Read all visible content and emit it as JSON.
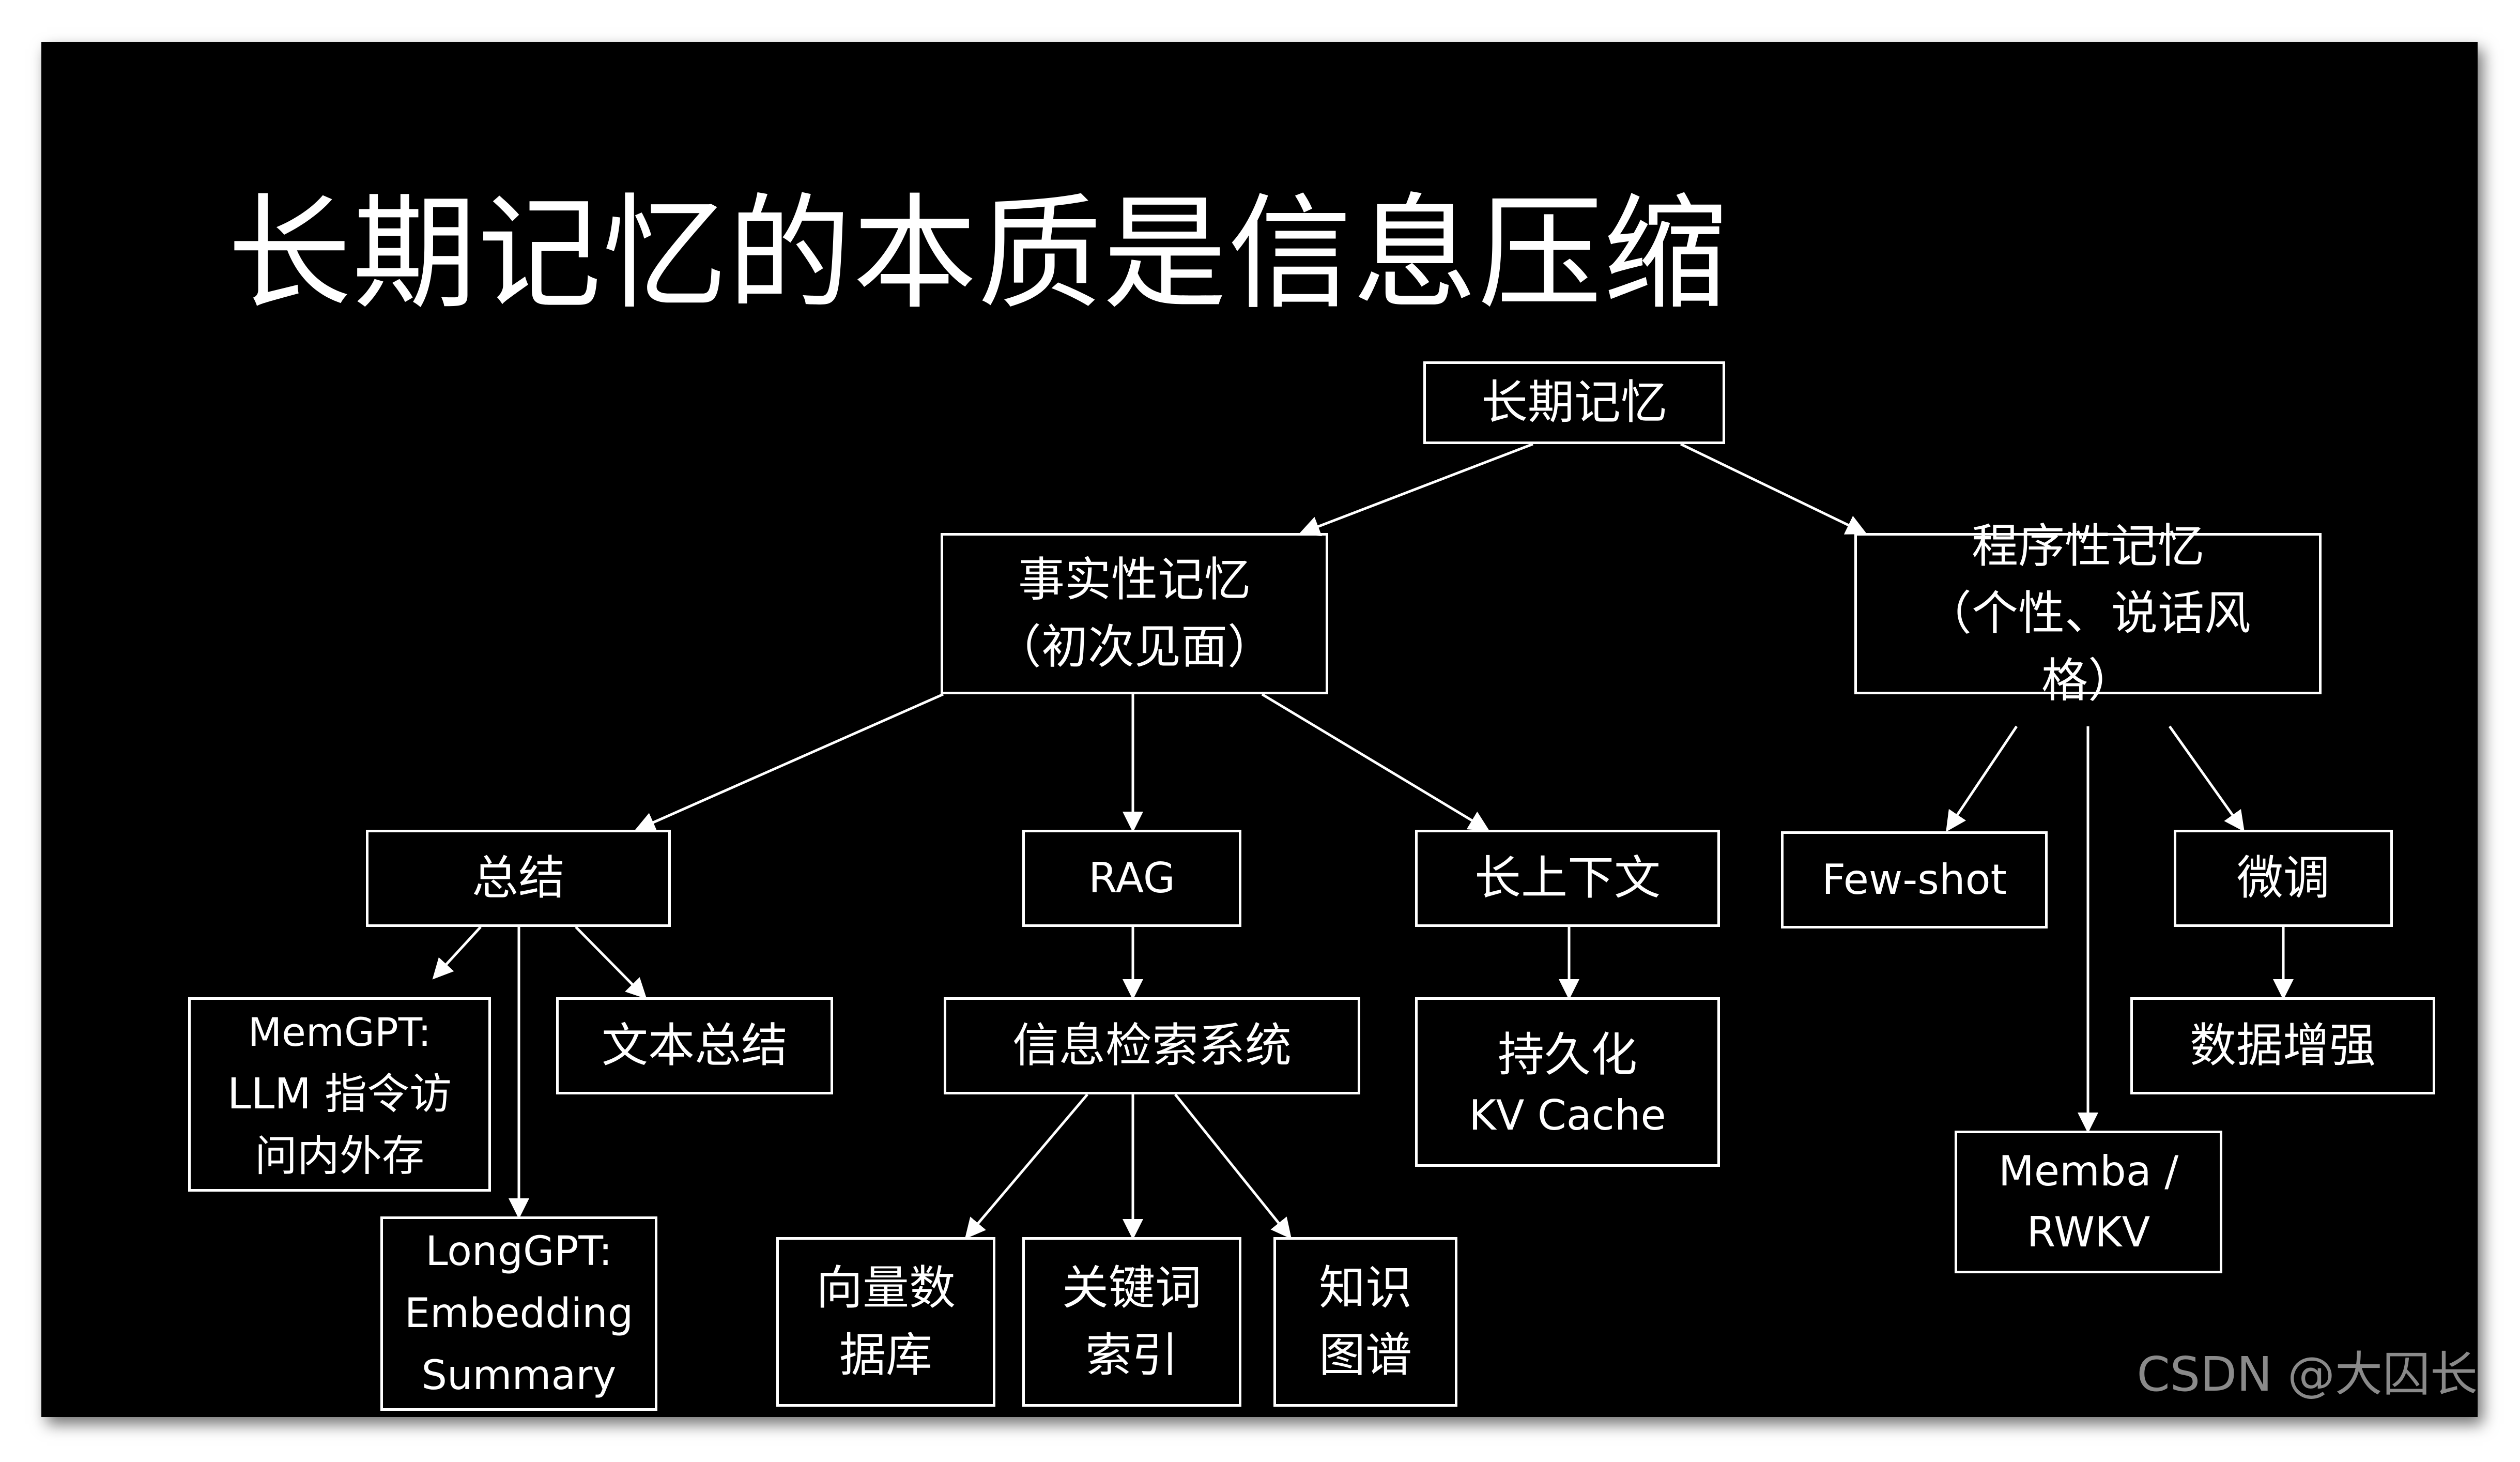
{
  "title": "长期记忆的本质是信息压缩",
  "watermark": "CSDN @大囚长",
  "nodes": {
    "root": [
      "长期记忆"
    ],
    "factual": [
      "事实性记忆",
      "（初次见面）"
    ],
    "procedural": [
      "程序性记忆",
      "（个性、说话风",
      "格）"
    ],
    "summary": [
      "总结"
    ],
    "rag": [
      "RAG"
    ],
    "longctx": [
      "长上下文"
    ],
    "fewshot": [
      "Few-shot"
    ],
    "finetune": [
      "微调"
    ],
    "memgpt": [
      "MemGPT:",
      "LLM 指令访",
      "问内外存"
    ],
    "textsum": [
      "文本总结"
    ],
    "ir": [
      "信息检索系统"
    ],
    "persist": [
      "持久化",
      "KV Cache"
    ],
    "augment": [
      "数据增强"
    ],
    "memba": [
      "Memba /",
      "RWKV"
    ],
    "longgpt": [
      "LongGPT:",
      "Embedding",
      "Summary"
    ],
    "vectordb": [
      "向量数",
      "据库"
    ],
    "keyword": [
      "关键词",
      "索引"
    ],
    "kg": [
      "知识",
      "图谱"
    ]
  },
  "colors": {
    "background": "#000000",
    "foreground": "#ffffff",
    "watermark": "#8a8a8a"
  }
}
